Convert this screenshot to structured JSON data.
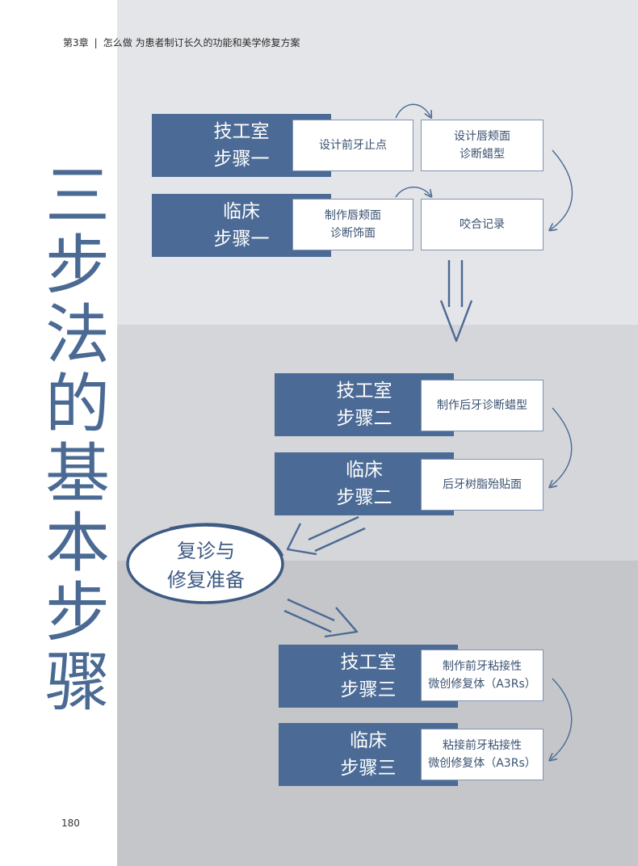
{
  "header": {
    "chapter": "第3章",
    "separator": "|",
    "subtitle": "怎么做 为患者制订长久的功能和美学修复方案"
  },
  "title": "三步法的基本步骤",
  "page_number": "180",
  "steps": [
    {
      "line1": "技工室",
      "line2": "步骤一"
    },
    {
      "line1": "临床",
      "line2": "步骤一"
    },
    {
      "line1": "技工室",
      "line2": "步骤二"
    },
    {
      "line1": "临床",
      "line2": "步骤二"
    },
    {
      "line1": "技工室",
      "line2": "步骤三"
    },
    {
      "line1": "临床",
      "line2": "步骤三"
    }
  ],
  "notes": [
    {
      "line1": "设计前牙止点",
      "line2": ""
    },
    {
      "line1": "设计唇颊面",
      "line2": "诊断蜡型"
    },
    {
      "line1": "制作唇颊面",
      "line2": "诊断饰面"
    },
    {
      "line1": "咬合记录",
      "line2": ""
    },
    {
      "line1": "制作后牙诊断蜡型",
      "line2": ""
    },
    {
      "line1": "后牙树脂殆贴面",
      "line2": ""
    },
    {
      "line1": "制作前牙粘接性",
      "line2": "微创修复体（A3Rs）"
    },
    {
      "line1": "粘接前牙粘接性",
      "line2": "微创修复体（A3Rs）"
    }
  ],
  "oval": {
    "line1": "复诊与",
    "line2": "修复准备"
  },
  "colors": {
    "step_fill": "#4b6b96",
    "arrow": "#4a6a94",
    "title": "#4a6a94"
  }
}
